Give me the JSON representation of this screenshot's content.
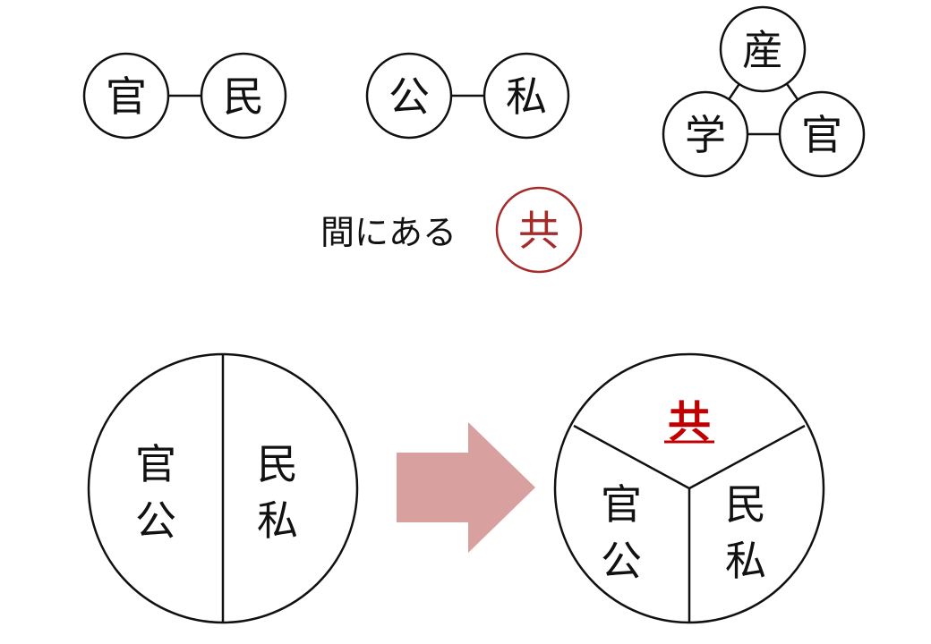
{
  "top": {
    "pair1": {
      "left": "官",
      "right": "民"
    },
    "pair2": {
      "left": "公",
      "right": "私"
    },
    "triad": {
      "top": "産",
      "left": "学",
      "right": "官"
    },
    "middle_label": "間にある",
    "middle_circle": "共"
  },
  "bottom": {
    "left_circle": {
      "left_top": "官",
      "left_bottom": "公",
      "right_top": "民",
      "right_bottom": "私"
    },
    "right_circle": {
      "top": "共",
      "left_top": "官",
      "left_bottom": "公",
      "right_top": "民",
      "right_bottom": "私"
    }
  },
  "colors": {
    "red": "#c00000",
    "dark_red": "#a52a2a",
    "arrow": "#d9a0a0",
    "black": "#111111"
  }
}
